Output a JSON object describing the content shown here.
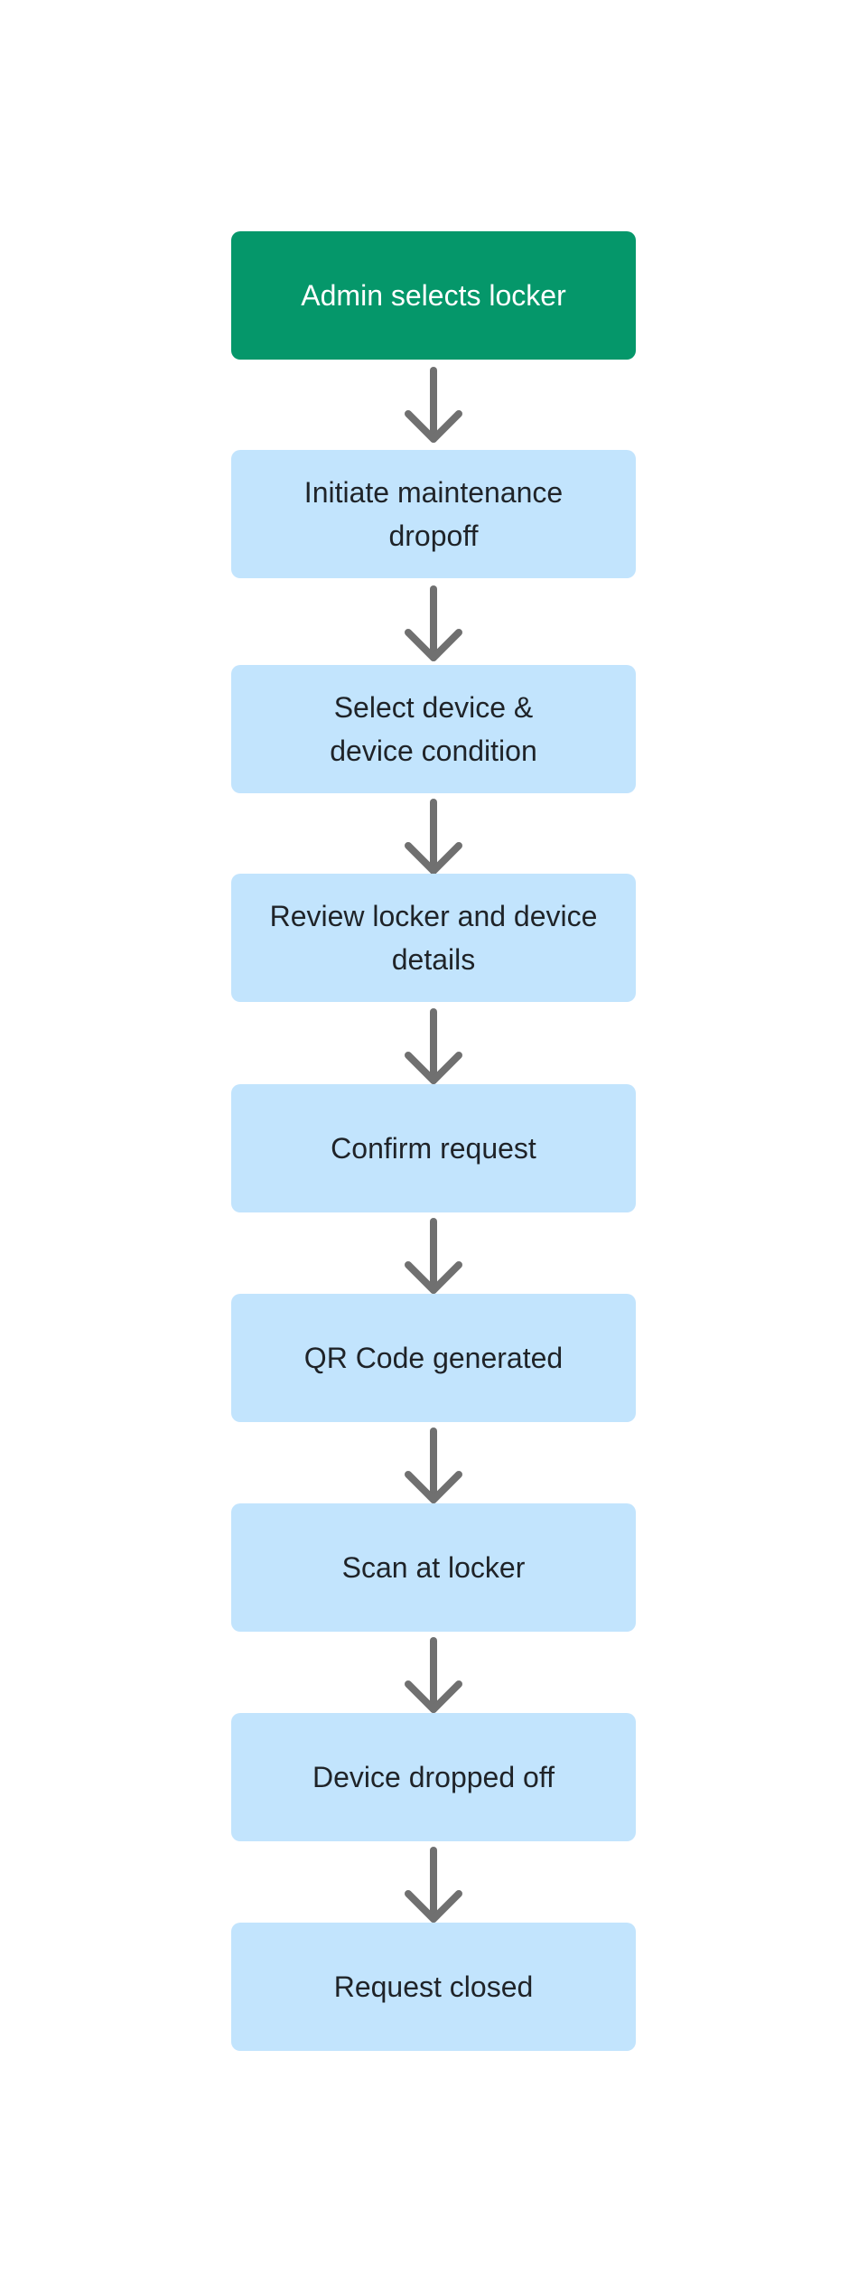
{
  "steps": [
    {
      "label": "Admin selects locker",
      "type": "start",
      "color": "#05976a"
    },
    {
      "label": "Initiate maintenance\ndropoff",
      "type": "process",
      "color": "#c2e4fd"
    },
    {
      "label": "Select device &\ndevice condition",
      "type": "process",
      "color": "#c2e4fd"
    },
    {
      "label": "Review locker and device\ndetails",
      "type": "process",
      "color": "#c2e4fd"
    },
    {
      "label": "Confirm request",
      "type": "process",
      "color": "#c2e4fd"
    },
    {
      "label": "QR Code generated",
      "type": "process",
      "color": "#c2e4fd"
    },
    {
      "label": "Scan at locker",
      "type": "process",
      "color": "#c2e4fd"
    },
    {
      "label": "Device dropped off",
      "type": "process",
      "color": "#c2e4fd"
    },
    {
      "label": "Request closed",
      "type": "process",
      "color": "#c2e4fd"
    }
  ],
  "arrow_color": "#707070"
}
